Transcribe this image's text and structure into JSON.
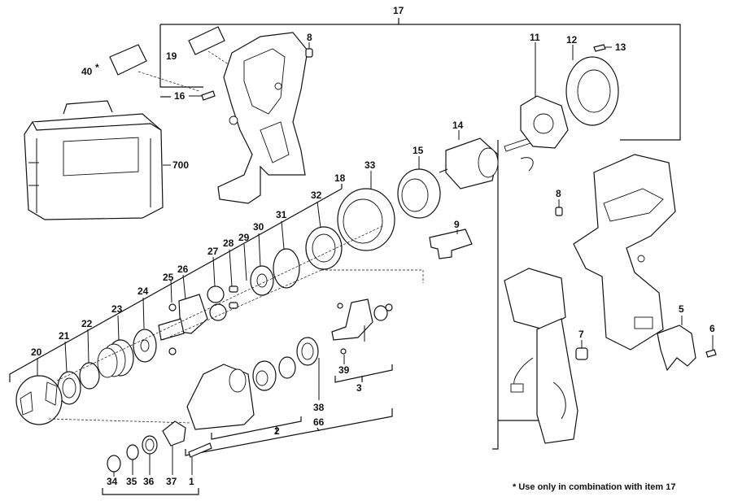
{
  "labels": {
    "p1": "1",
    "p2": "2",
    "p3": "3",
    "p5": "5",
    "p6": "6",
    "p7": "7",
    "p8a": "8",
    "p8b": "8",
    "p9": "9",
    "p11": "11",
    "p12": "12",
    "p13": "13",
    "p14": "14",
    "p15": "15",
    "p16": "16",
    "p17": "17",
    "p18": "18",
    "p19": "19",
    "p20": "20",
    "p21": "21",
    "p22": "22",
    "p23": "23",
    "p24": "24",
    "p25": "25",
    "p26": "26",
    "p27": "27",
    "p28": "28",
    "p29": "29",
    "p30": "30",
    "p31": "31",
    "p32": "32",
    "p33": "33",
    "p34": "34",
    "p35": "35",
    "p36": "36",
    "p37": "37",
    "p38": "38",
    "p39": "39",
    "p40": "40",
    "p40star": "*",
    "p66": "66",
    "p700": "700"
  },
  "footnote": "* Use only in combination with item 17"
}
